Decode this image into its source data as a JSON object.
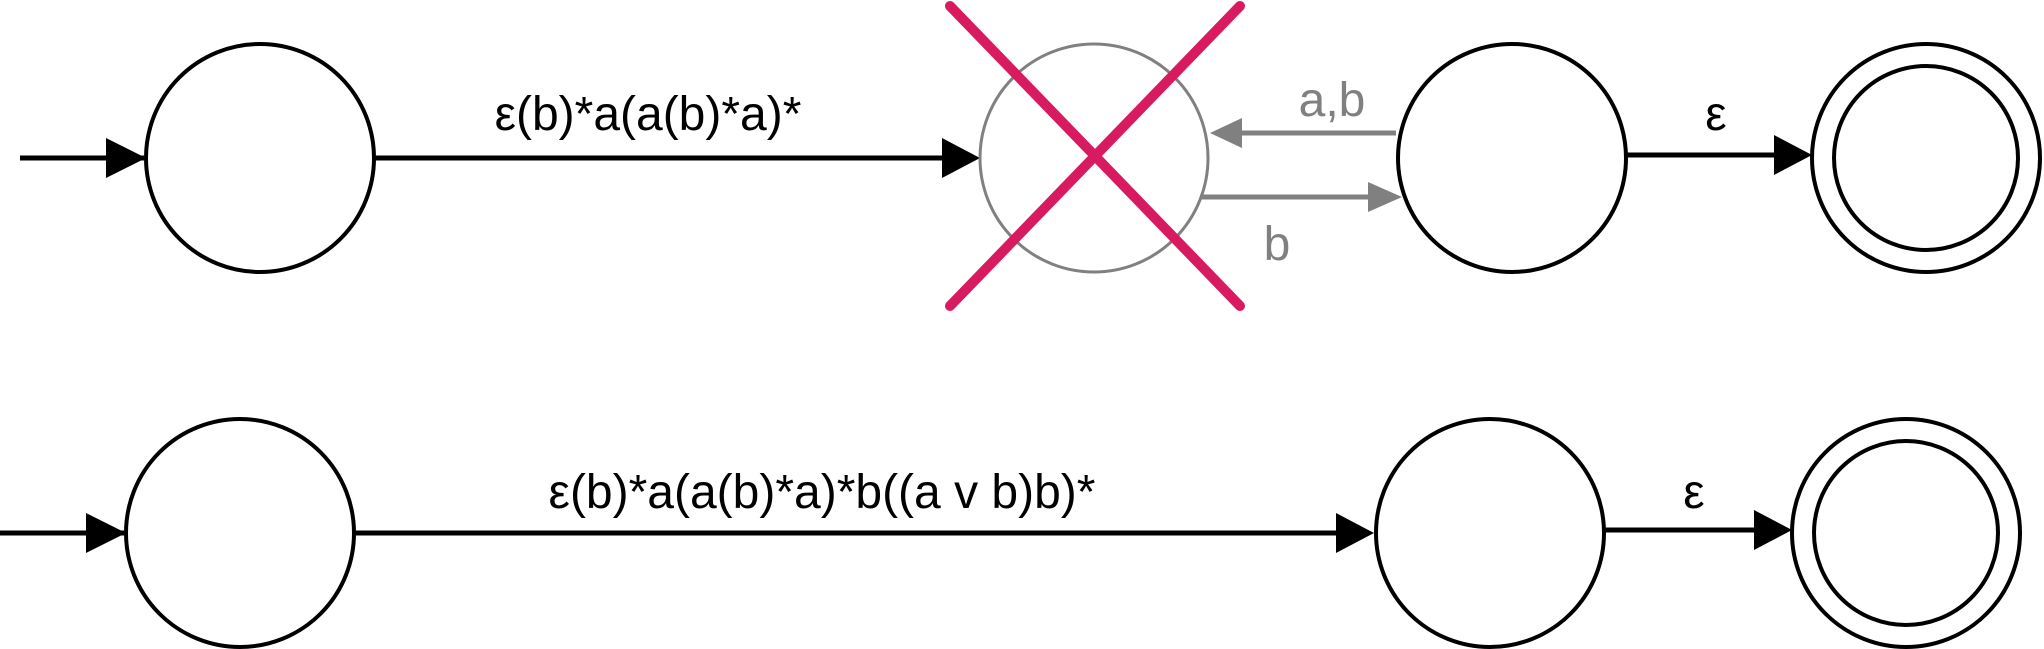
{
  "colors": {
    "primary": "#000000",
    "muted": "#808080",
    "strike": "#d81b60",
    "background": "#ffffff"
  },
  "top": {
    "edge_start_to_state1": "ε(b)*a(a(b)*a)*",
    "edge_state3_to_state2": "a,b",
    "edge_state2_to_state3": "b",
    "edge_state3_to_final": "ε"
  },
  "bottom": {
    "edge_start_to_state2": "ε(b)*a(a(b)*a)*b((a v b)b)*",
    "edge_state2_to_final": "ε"
  }
}
